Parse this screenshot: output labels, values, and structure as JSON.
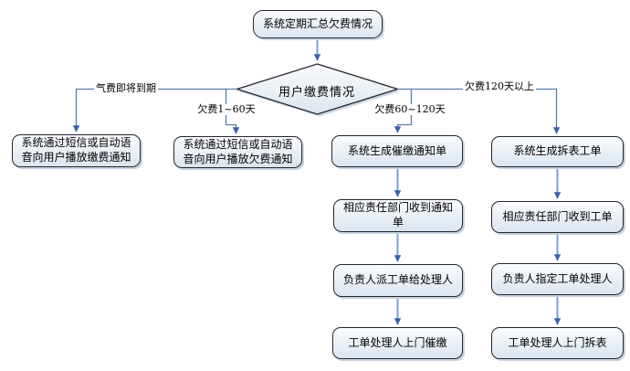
{
  "flowchart": {
    "kind": "flowchart",
    "colors": {
      "node_fill_top": "#fafcfe",
      "node_fill_bottom": "#dbe5f0",
      "node_border": "#26262b",
      "node_shadow": "#c6d2e1",
      "connector_line": "#5b7cb0",
      "arrow_stem": "#7ba0d6",
      "arrow_head": "#3b61a9",
      "background": "#ffffff"
    },
    "nodes": {
      "start": {
        "text": "系统定期汇总欠费情况"
      },
      "decision": {
        "text": "用户缴费情况"
      },
      "notify_payment": {
        "text": "系统通过短信或自动语音向用户播放缴费通知"
      },
      "notify_arrears": {
        "text": "系统通过短信或自动语音向用户播放欠费通知"
      },
      "generate_notice": {
        "text": "系统生成催缴通知单"
      },
      "generate_workorder": {
        "text": "系统生成拆表工单"
      },
      "dept_receive_notice": {
        "text": "相应责任部门收到通知单"
      },
      "dept_receive_workorder": {
        "text": "相应责任部门收到工单"
      },
      "assign_handler": {
        "text": "负责人派工单给处理人"
      },
      "appoint_handler": {
        "text": "负责人指定工单处理人"
      },
      "door_collect": {
        "text": "工单处理人上门催缴"
      },
      "door_remove": {
        "text": "工单处理人上门拆表"
      }
    },
    "edge_labels": {
      "due_soon": "气费即将到期",
      "arrears_1_60": "欠费1~60天",
      "arrears_60_120": "欠费60~120天",
      "arrears_over_120": "欠费120天以上"
    }
  }
}
